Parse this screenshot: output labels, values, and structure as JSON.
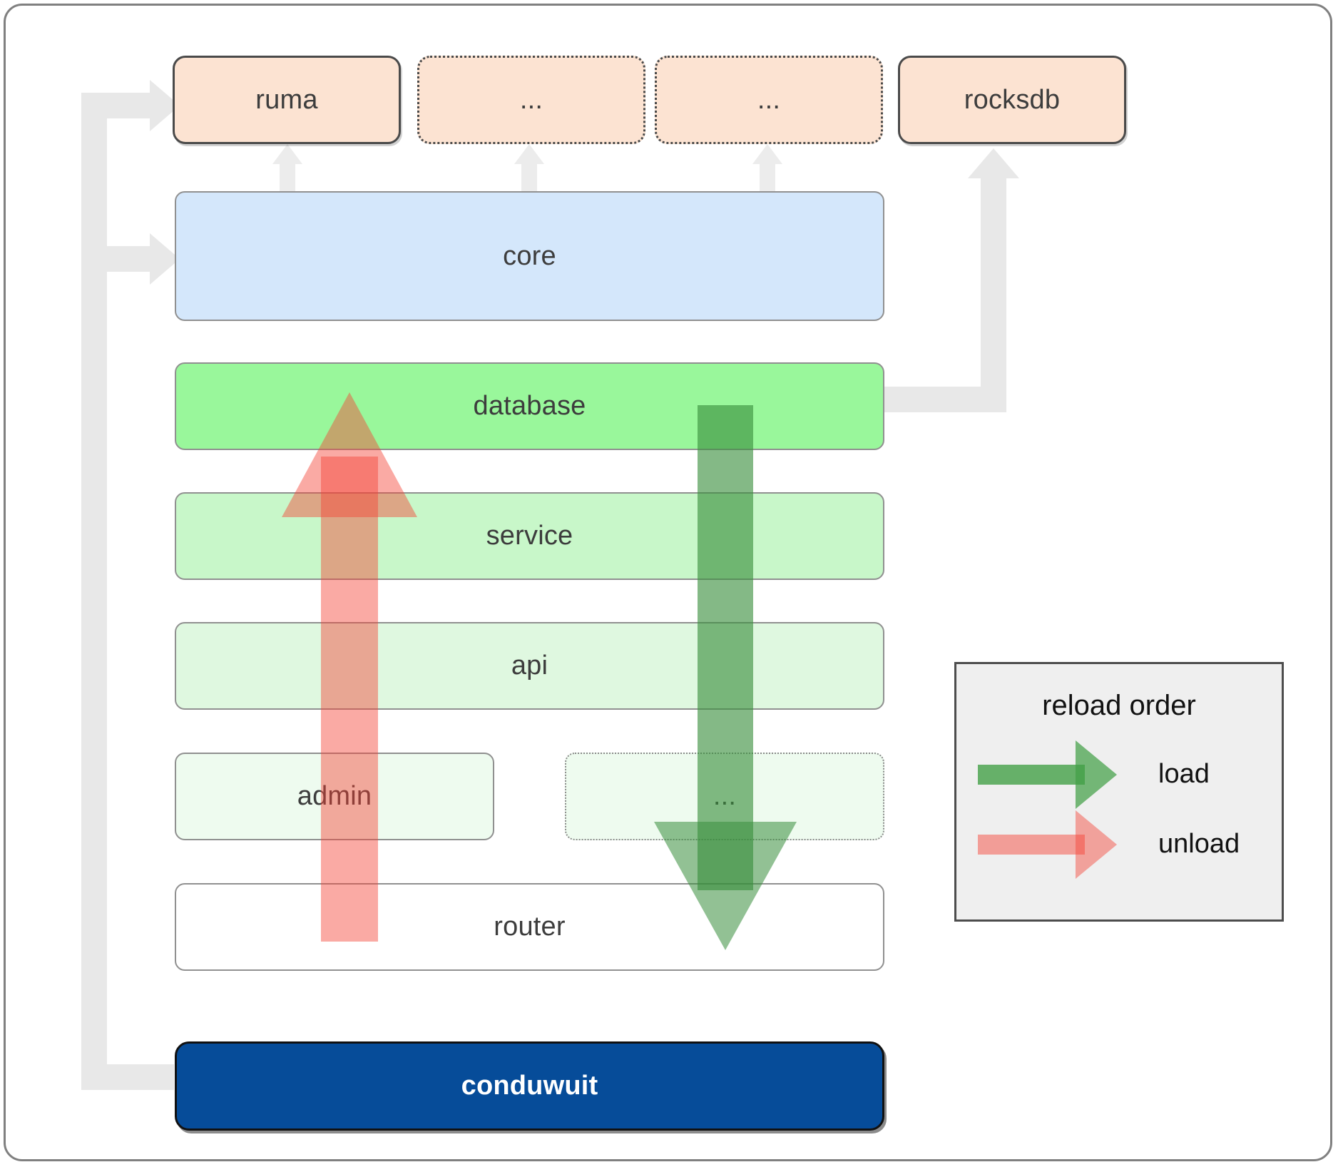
{
  "diagram": {
    "title": "conduwuit crate dependency / reload order diagram",
    "dependencies": [
      {
        "id": "ruma",
        "label": "ruma",
        "style": "solid",
        "color": "#fce3d2"
      },
      {
        "id": "dep-dots-1",
        "label": "...",
        "style": "dotted",
        "color": "#fce3d2"
      },
      {
        "id": "dep-dots-2",
        "label": "...",
        "style": "dotted",
        "color": "#fce3d2"
      },
      {
        "id": "rocksdb",
        "label": "rocksdb",
        "style": "solid",
        "color": "#fce3d2"
      }
    ],
    "core": {
      "label": "core",
      "color": "#d4e7fb"
    },
    "layers": [
      {
        "id": "database",
        "label": "database",
        "color": "#99f79b",
        "style": "solid"
      },
      {
        "id": "service",
        "label": "service",
        "color": "#c8f7c9",
        "style": "solid"
      },
      {
        "id": "api",
        "label": "api",
        "color": "#dff8e0",
        "style": "solid"
      },
      {
        "id": "admin",
        "label": "admin",
        "color": "#eefbef",
        "style": "solid"
      },
      {
        "id": "layer-dots",
        "label": "...",
        "color": "#eefbef",
        "style": "dotted"
      },
      {
        "id": "router",
        "label": "router",
        "color": "#ffffff",
        "style": "solid"
      }
    ],
    "app": {
      "label": "conduwuit",
      "color": "#064c99",
      "text_color": "#ffffff"
    },
    "legend": {
      "title": "reload order",
      "entries": [
        {
          "id": "load",
          "label": "load",
          "color": "#43a047",
          "direction": "down"
        },
        {
          "id": "unload",
          "label": "unload",
          "color": "#f44336",
          "direction": "up"
        }
      ]
    },
    "flows": [
      {
        "id": "unload-flow",
        "label": "unload",
        "color": "#f44336",
        "direction": "up",
        "from": "router",
        "to": "database"
      },
      {
        "id": "load-flow",
        "label": "load",
        "color": "#43a047",
        "direction": "down",
        "from": "database",
        "to": "router"
      }
    ]
  }
}
